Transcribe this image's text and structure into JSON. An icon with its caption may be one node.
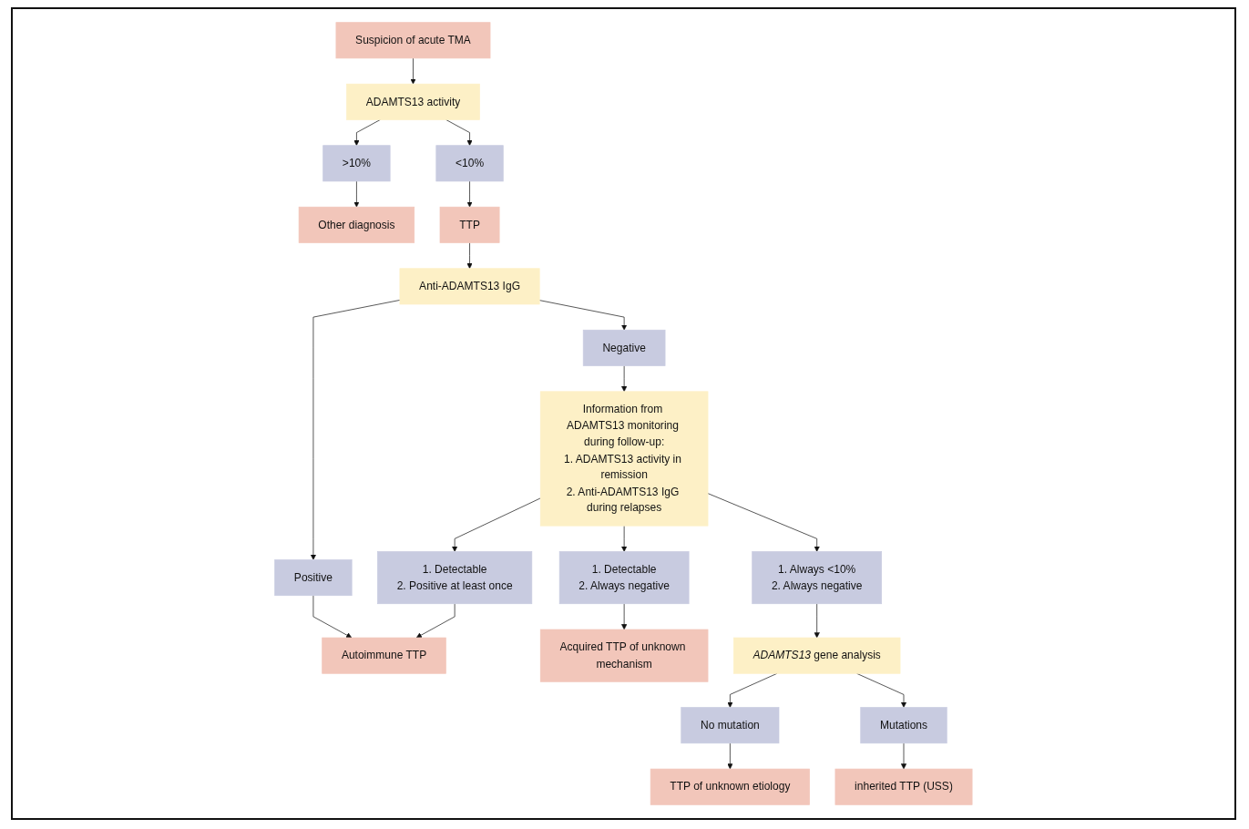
{
  "diagram": {
    "nodes": [
      {
        "text": [
          "Suspicion of acute TMA"
        ]
      },
      {
        "text": [
          "ADAMTS13 activity"
        ]
      },
      {
        "text": [
          ">10%"
        ]
      },
      {
        "text": [
          "Other diagnosis"
        ]
      },
      {
        "text": [
          "<10%"
        ]
      },
      {
        "text": [
          "TTP"
        ]
      },
      {
        "text": [
          "Positive"
        ]
      },
      {
        "text": [
          "Anti-ADAMTS13 IgG"
        ]
      },
      {
        "text": [
          "Negative"
        ]
      },
      {
        "text": [
          "Information from ADAMTS13 monitoring during follow-up:",
          "1. ADAMTS13 activity in remission",
          "2. Anti-ADAMTS13 IgG during relapses"
        ]
      },
      {
        "text": [
          "1. Detectable",
          "2. Positive at least once"
        ]
      },
      {
        "text": [
          "1. Detectable",
          "2. Always negative"
        ]
      },
      {
        "text": [
          "1. Always <10%",
          "2. Always negative"
        ]
      },
      {
        "text": [
          "*ADAMTS13* gene analysis"
        ]
      },
      {
        "text": [
          "No mutation"
        ]
      },
      {
        "text": [
          "Mutations"
        ]
      },
      {
        "text": [
          "Autoimmune TTP"
        ]
      },
      {
        "text": [
          "Acquired TTP of unknown mechanism"
        ]
      },
      {
        "text": [
          "TTP of unknown etiology"
        ]
      },
      {
        "text": [
          "inherited TTP (USS)"
        ]
      }
    ],
    "edges": [
      {
        "from": 0,
        "to": 1,
        "arrow": "to"
      },
      {
        "from": 1,
        "to": 2,
        "arrow": "to"
      },
      {
        "from": 2,
        "to": 3,
        "arrow": "to"
      },
      {
        "from": 1,
        "to": 4,
        "arrow": "to"
      },
      {
        "from": 4,
        "to": 5,
        "arrow": "to"
      },
      {
        "from": 5,
        "to": 7,
        "arrow": "to"
      },
      {
        "from": 7,
        "to": 6,
        "arrow": "to"
      },
      {
        "from": 7,
        "to": 8,
        "arrow": "to"
      },
      {
        "from": 8,
        "to": 9,
        "arrow": "to"
      },
      {
        "from": 9,
        "to": 10,
        "arrow": "to"
      },
      {
        "from": 9,
        "to": 11,
        "arrow": "to"
      },
      {
        "from": 9,
        "to": 12,
        "arrow": "to"
      },
      {
        "from": 6,
        "to": 16,
        "arrow": "to"
      },
      {
        "from": 10,
        "to": 16,
        "arrow": "to"
      },
      {
        "from": 11,
        "to": 17,
        "arrow": "to"
      },
      {
        "from": 12,
        "to": 13,
        "arrow": "to"
      },
      {
        "from": 13,
        "to": 14,
        "arrow": "to"
      },
      {
        "from": 13,
        "to": 15,
        "arrow": "to"
      },
      {
        "from": 14,
        "to": 18,
        "arrow": "to"
      },
      {
        "from": 15,
        "to": 19,
        "arrow": "to"
      }
    ]
  }
}
